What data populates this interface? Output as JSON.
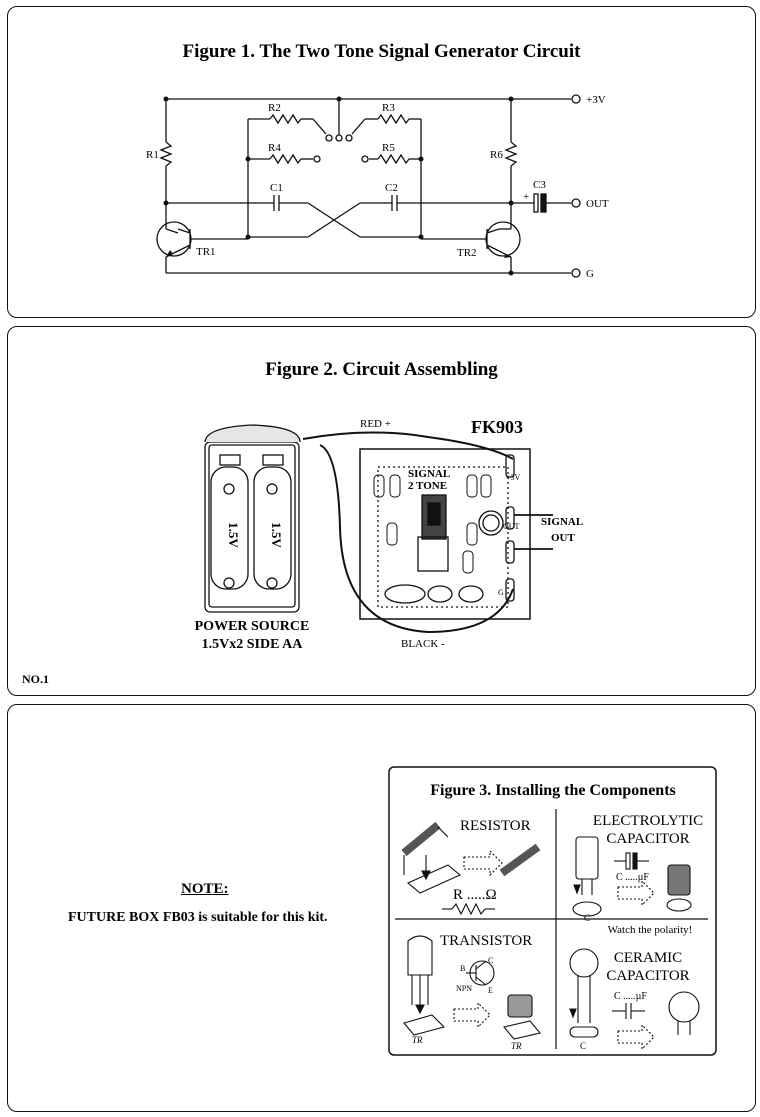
{
  "figure1": {
    "title": "Figure 1. The Two Tone Signal Generator Circuit",
    "labels": {
      "r1": "R1",
      "r2": "R2",
      "r3": "R3",
      "r4": "R4",
      "r5": "R5",
      "r6": "R6",
      "c1": "C1",
      "c2": "C2",
      "c3": "C3",
      "tr1": "TR1",
      "tr2": "TR2",
      "v3": "+3V",
      "out": "OUT",
      "g": "G",
      "plus": "+"
    }
  },
  "figure2": {
    "title": "Figure 2. Circuit Assembling",
    "kit_code": "FK903",
    "red_wire": "RED +",
    "black_wire": "BLACK -",
    "board_title_1": "SIGNAL",
    "board_title_2": "2 TONE",
    "pcb_v3": "+3V",
    "pcb_out": "OUT",
    "pcb_g": "G",
    "signal_out_1": "SIGNAL",
    "signal_out_2": "OUT",
    "battery_voltage_1": "1.5V",
    "battery_voltage_2": "1.5V",
    "power_source_1": "POWER SOURCE",
    "power_source_2": "1.5Vx2 SIDE AA",
    "page_number": "NO.1"
  },
  "note": {
    "title": "NOTE:",
    "text": "FUTURE BOX FB03 is suitable for this kit."
  },
  "figure3": {
    "title": "Figure 3. Installing the Components",
    "resistor": "RESISTOR",
    "resistor_formula": "R .....Ω",
    "electrolytic_1": "ELECTROLYTIC",
    "electrolytic_2": "CAPACITOR",
    "electrolytic_formula": "C .....µF",
    "polarity": "Watch the polarity!",
    "transistor": "TRANSISTOR",
    "npn": "NPN",
    "pin_b": "B",
    "pin_c": "C",
    "pin_e": "E",
    "tr_mark": "TR",
    "c_mark": "C",
    "ceramic_1": "CERAMIC",
    "ceramic_2": "CAPACITOR",
    "ceramic_formula": "C .....µF"
  }
}
